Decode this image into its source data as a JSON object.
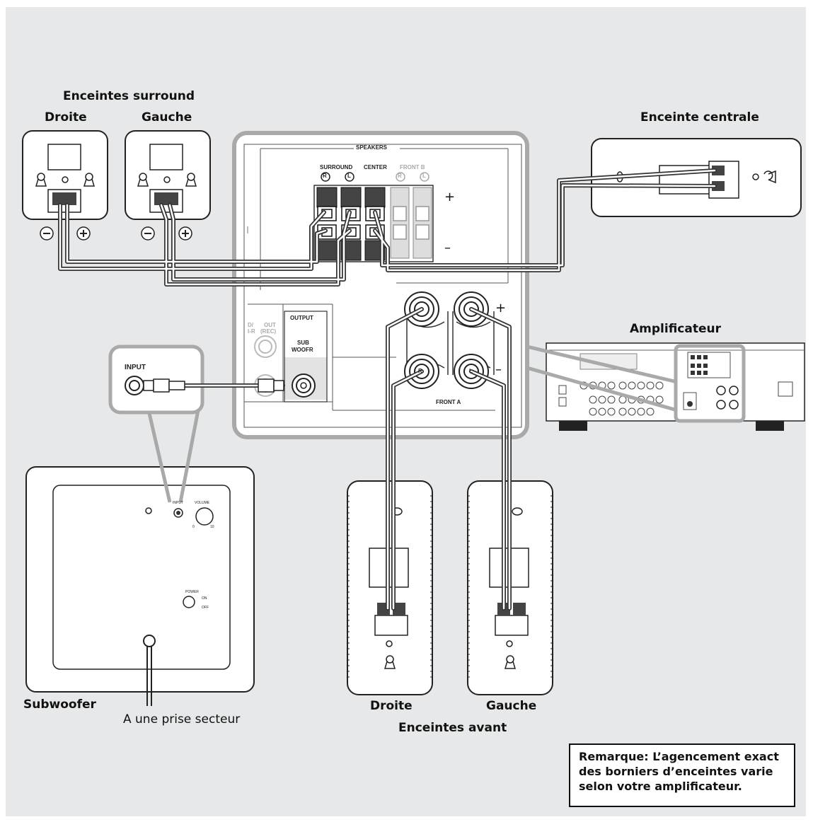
{
  "labels": {
    "surround_title": "Enceintes surround",
    "surround_right": "Droite",
    "surround_left": "Gauche",
    "center": "Enceinte centrale",
    "amplifier": "Amplificateur",
    "subwoofer": "Subwoofer",
    "outlet": "A une prise secteur",
    "front_right": "Droite",
    "front_left": "Gauche",
    "front_title": "Enceintes avant"
  },
  "panel": {
    "speakers": "SPEAKERS",
    "surround": "SURROUND",
    "center": "CENTER",
    "front_b": "FRONT B",
    "output": "OUTPUT",
    "sub": "SUB",
    "woofr": "WOOFR",
    "d": "D/",
    "ir": "I-R",
    "out": "OUT",
    "rec": "(REC)",
    "front_a": "FRONT A",
    "r": "R",
    "l": "L",
    "plus": "+",
    "minus": "–"
  },
  "sub_panel": {
    "input": "INPUT",
    "volume": "VOLUME",
    "vol_min": "0",
    "vol_max": "10",
    "power": "POWER",
    "on": "ON",
    "off": "OFF"
  },
  "input_callout": "INPUT",
  "note": "Remarque: L’agencement exact\ndes borniers d’enceintes varie\nselon votre amplificateur."
}
